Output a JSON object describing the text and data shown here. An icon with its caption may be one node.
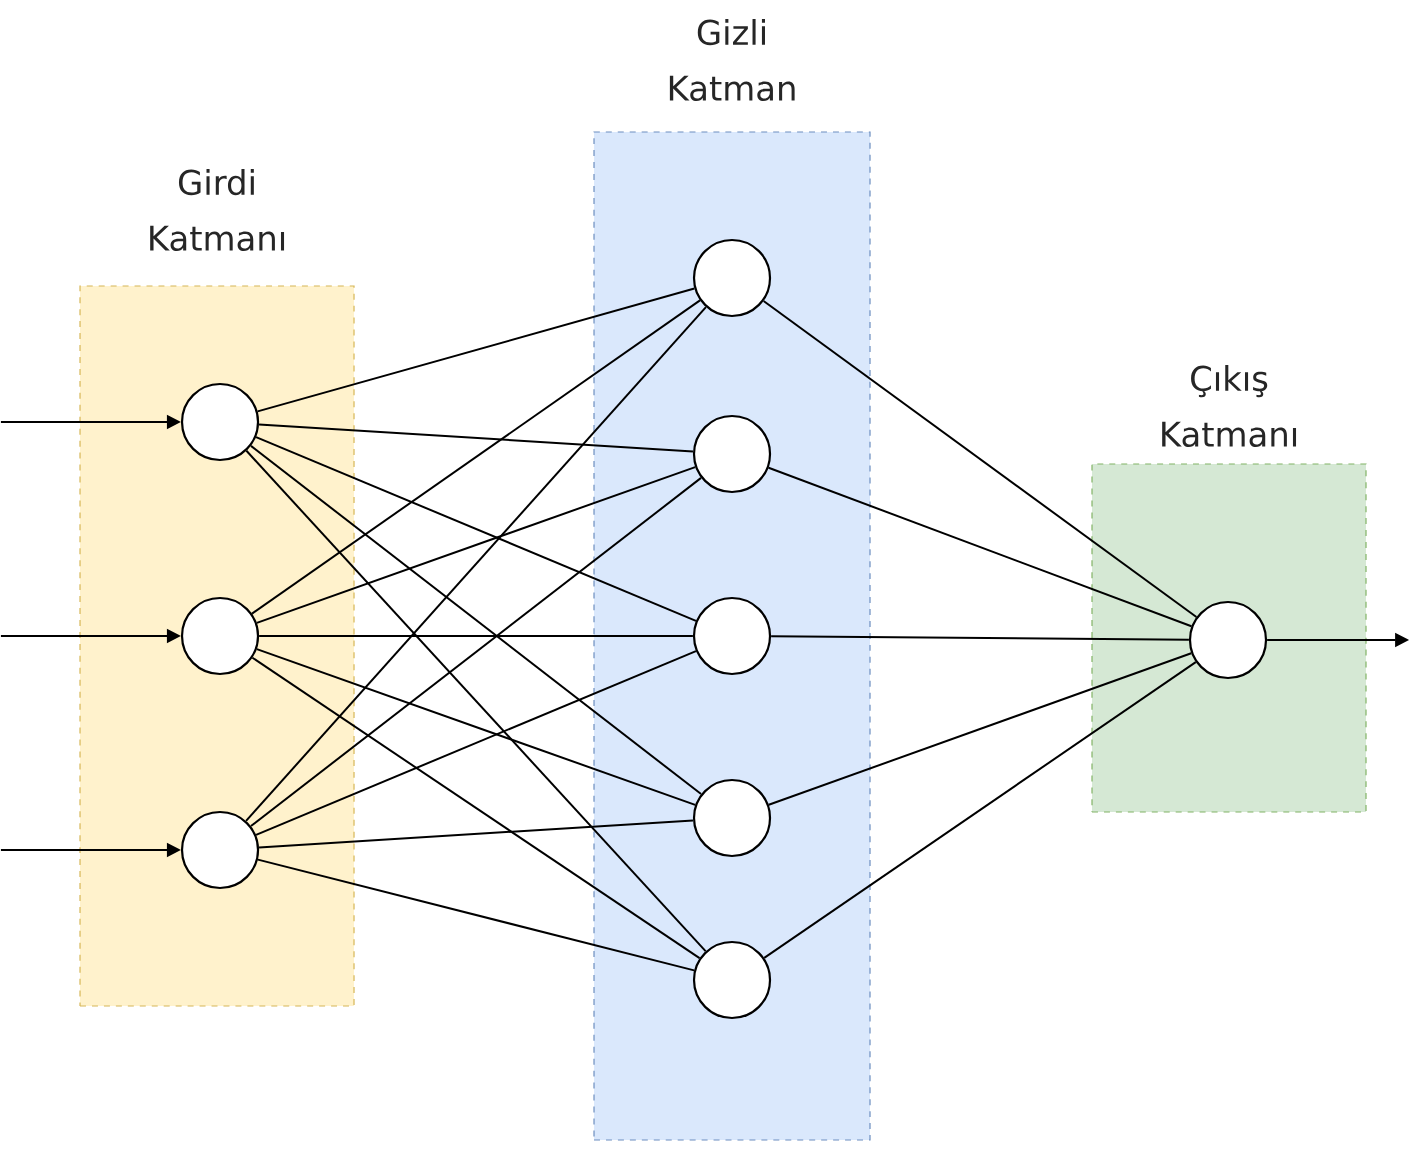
{
  "diagram": {
    "nodes": [
      {
        "text": [
          "Girdi Katmanı"
        ]
      },
      {
        "text": [],
        "shape": "circle",
        "in": 0
      },
      {
        "text": [],
        "shape": "circle",
        "in": 0
      },
      {
        "text": [],
        "shape": "circle",
        "in": 0
      },
      {
        "text": [
          "Gizli Katman"
        ]
      },
      {
        "text": [],
        "shape": "circle",
        "in": 4
      },
      {
        "text": [],
        "shape": "circle",
        "in": 4
      },
      {
        "text": [],
        "shape": "circle",
        "in": 4
      },
      {
        "text": [],
        "shape": "circle",
        "in": 4
      },
      {
        "text": [],
        "shape": "circle",
        "in": 4
      },
      {
        "text": [
          "Çıkış Katmanı"
        ]
      },
      {
        "text": [],
        "shape": "circle",
        "in": 10
      }
    ],
    "edges": [
      {
        "from": null,
        "to": 1,
        "arrow": "to"
      },
      {
        "from": null,
        "to": 2,
        "arrow": "to"
      },
      {
        "from": null,
        "to": 3,
        "arrow": "to"
      },
      {
        "from": 1,
        "to": 5,
        "arrow": "none"
      },
      {
        "from": 1,
        "to": 6,
        "arrow": "none"
      },
      {
        "from": 1,
        "to": 7,
        "arrow": "none"
      },
      {
        "from": 1,
        "to": 8,
        "arrow": "none"
      },
      {
        "from": 1,
        "to": 9,
        "arrow": "none"
      },
      {
        "from": 2,
        "to": 5,
        "arrow": "none"
      },
      {
        "from": 2,
        "to": 6,
        "arrow": "none"
      },
      {
        "from": 2,
        "to": 7,
        "arrow": "none"
      },
      {
        "from": 2,
        "to": 8,
        "arrow": "none"
      },
      {
        "from": 2,
        "to": 9,
        "arrow": "none"
      },
      {
        "from": 3,
        "to": 5,
        "arrow": "none"
      },
      {
        "from": 3,
        "to": 6,
        "arrow": "none"
      },
      {
        "from": 3,
        "to": 7,
        "arrow": "none"
      },
      {
        "from": 3,
        "to": 8,
        "arrow": "none"
      },
      {
        "from": 3,
        "to": 9,
        "arrow": "none"
      },
      {
        "from": 5,
        "to": 11,
        "arrow": "none"
      },
      {
        "from": 6,
        "to": 11,
        "arrow": "none"
      },
      {
        "from": 7,
        "to": 11,
        "arrow": "none"
      },
      {
        "from": 8,
        "to": 11,
        "arrow": "none"
      },
      {
        "from": 9,
        "to": 11,
        "arrow": "none"
      },
      {
        "from": 11,
        "to": null,
        "arrow": "to"
      }
    ]
  }
}
